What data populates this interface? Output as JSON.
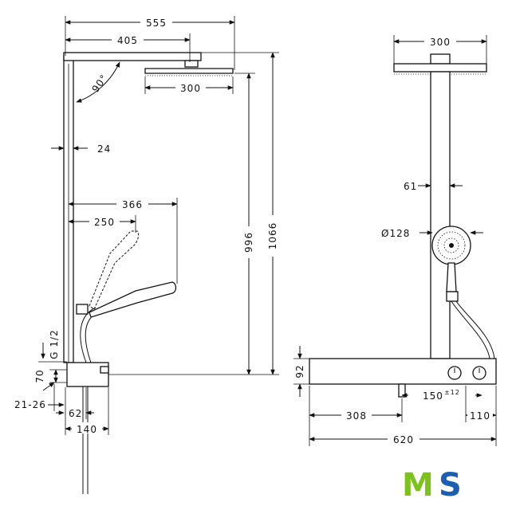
{
  "left_view": {
    "dims": {
      "total_width": "555",
      "arm_reach": "405",
      "angle": "90°",
      "head_diameter": "300",
      "pipe_offset": "24",
      "handshower_reach": "366",
      "handshower_reach_short": "250",
      "height_outlet": "996",
      "height_total": "1066",
      "thread": "G 1/2",
      "thermostat_height": "70",
      "wall_offset": "21-26",
      "base_depth": "62",
      "base_width": "140"
    }
  },
  "right_view": {
    "dims": {
      "head_diameter": "300",
      "pipe_width": "61",
      "handshower_diameter": "Ø128",
      "thermostat_height": "92",
      "connection_spacing": "150",
      "connection_tolerance": "±12",
      "left_to_connection": "308",
      "right_offset": "110",
      "total_width": "620"
    }
  },
  "logo": {
    "letters_m": "M",
    "letters_s": "S",
    "colors": {
      "m": "#7cc21b",
      "s": "#1c5fb0"
    }
  }
}
